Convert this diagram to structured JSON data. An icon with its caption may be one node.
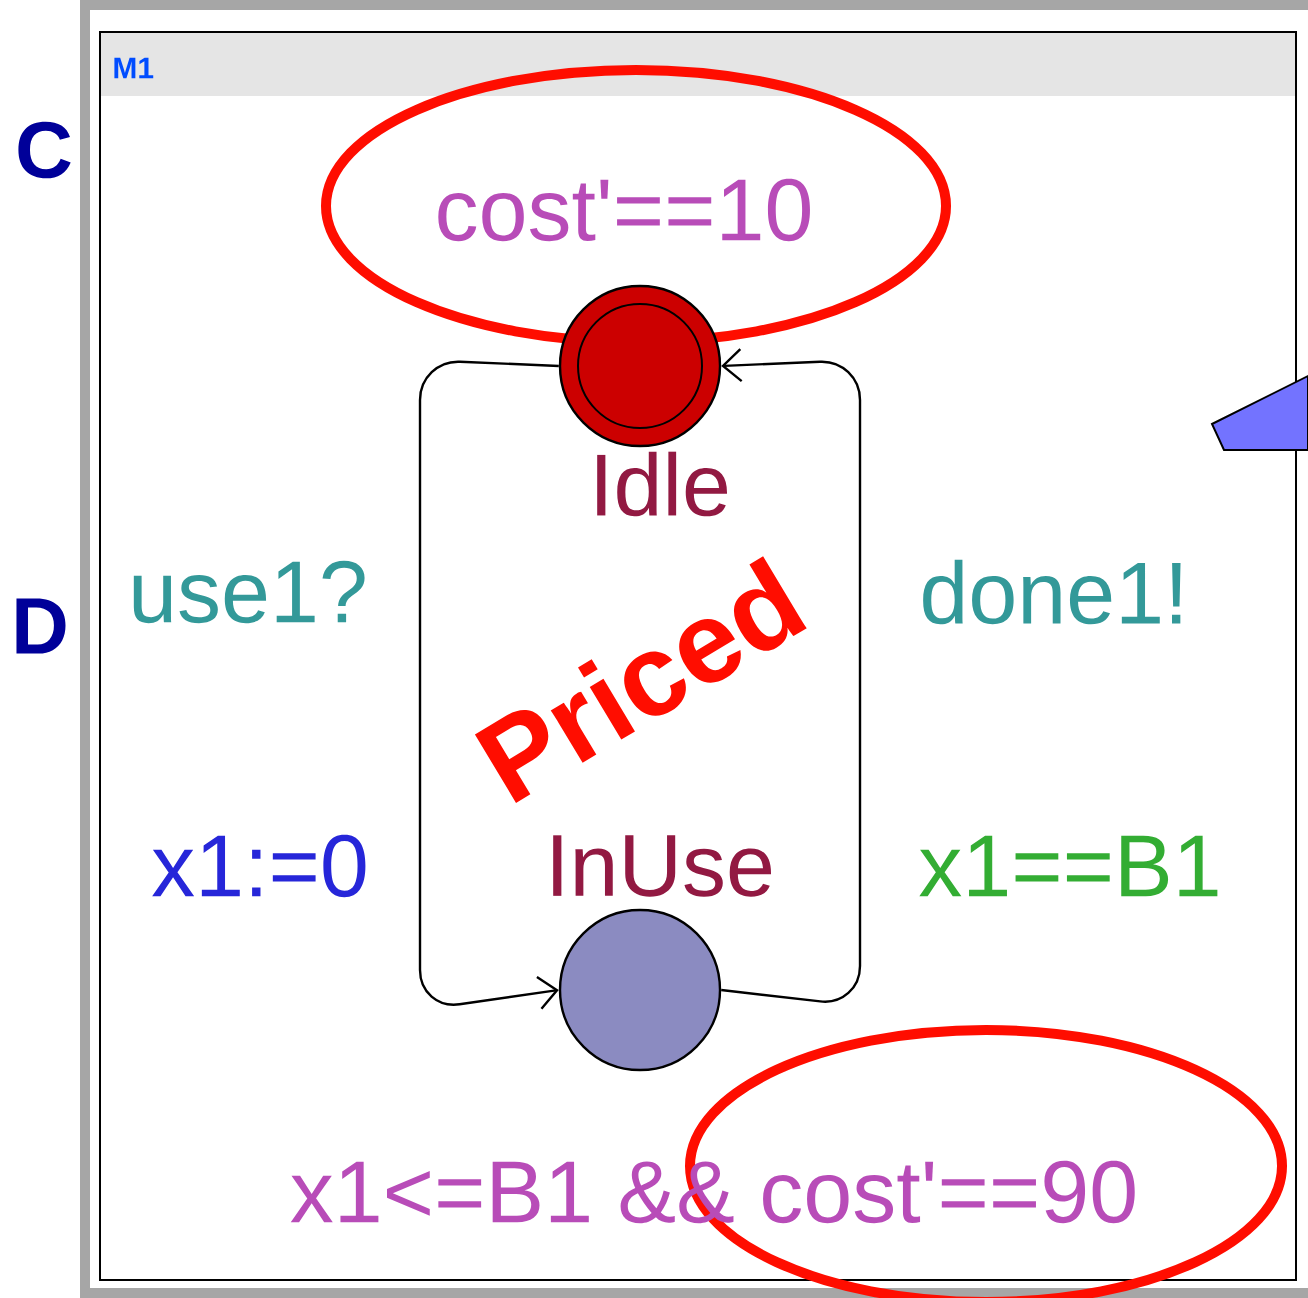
{
  "diagram": {
    "title": "M1",
    "nodes": [
      {
        "text": [],
        "shape": "circle",
        "beside": [
          "cost'==10",
          "Idle"
        ]
      },
      {
        "text": [],
        "shape": "circle",
        "beside": [
          "InUse",
          "x1<=B1 && cost'==90"
        ]
      }
    ],
    "edges": [
      {
        "from": 0,
        "to": 1,
        "arrow": "to",
        "label": "use1?"
      },
      {
        "from": 1,
        "to": 0,
        "arrow": "to",
        "label": "done1!"
      }
    ],
    "labels": [
      "C",
      "D",
      "x1:=0",
      "Priced",
      "x1==B1"
    ]
  }
}
